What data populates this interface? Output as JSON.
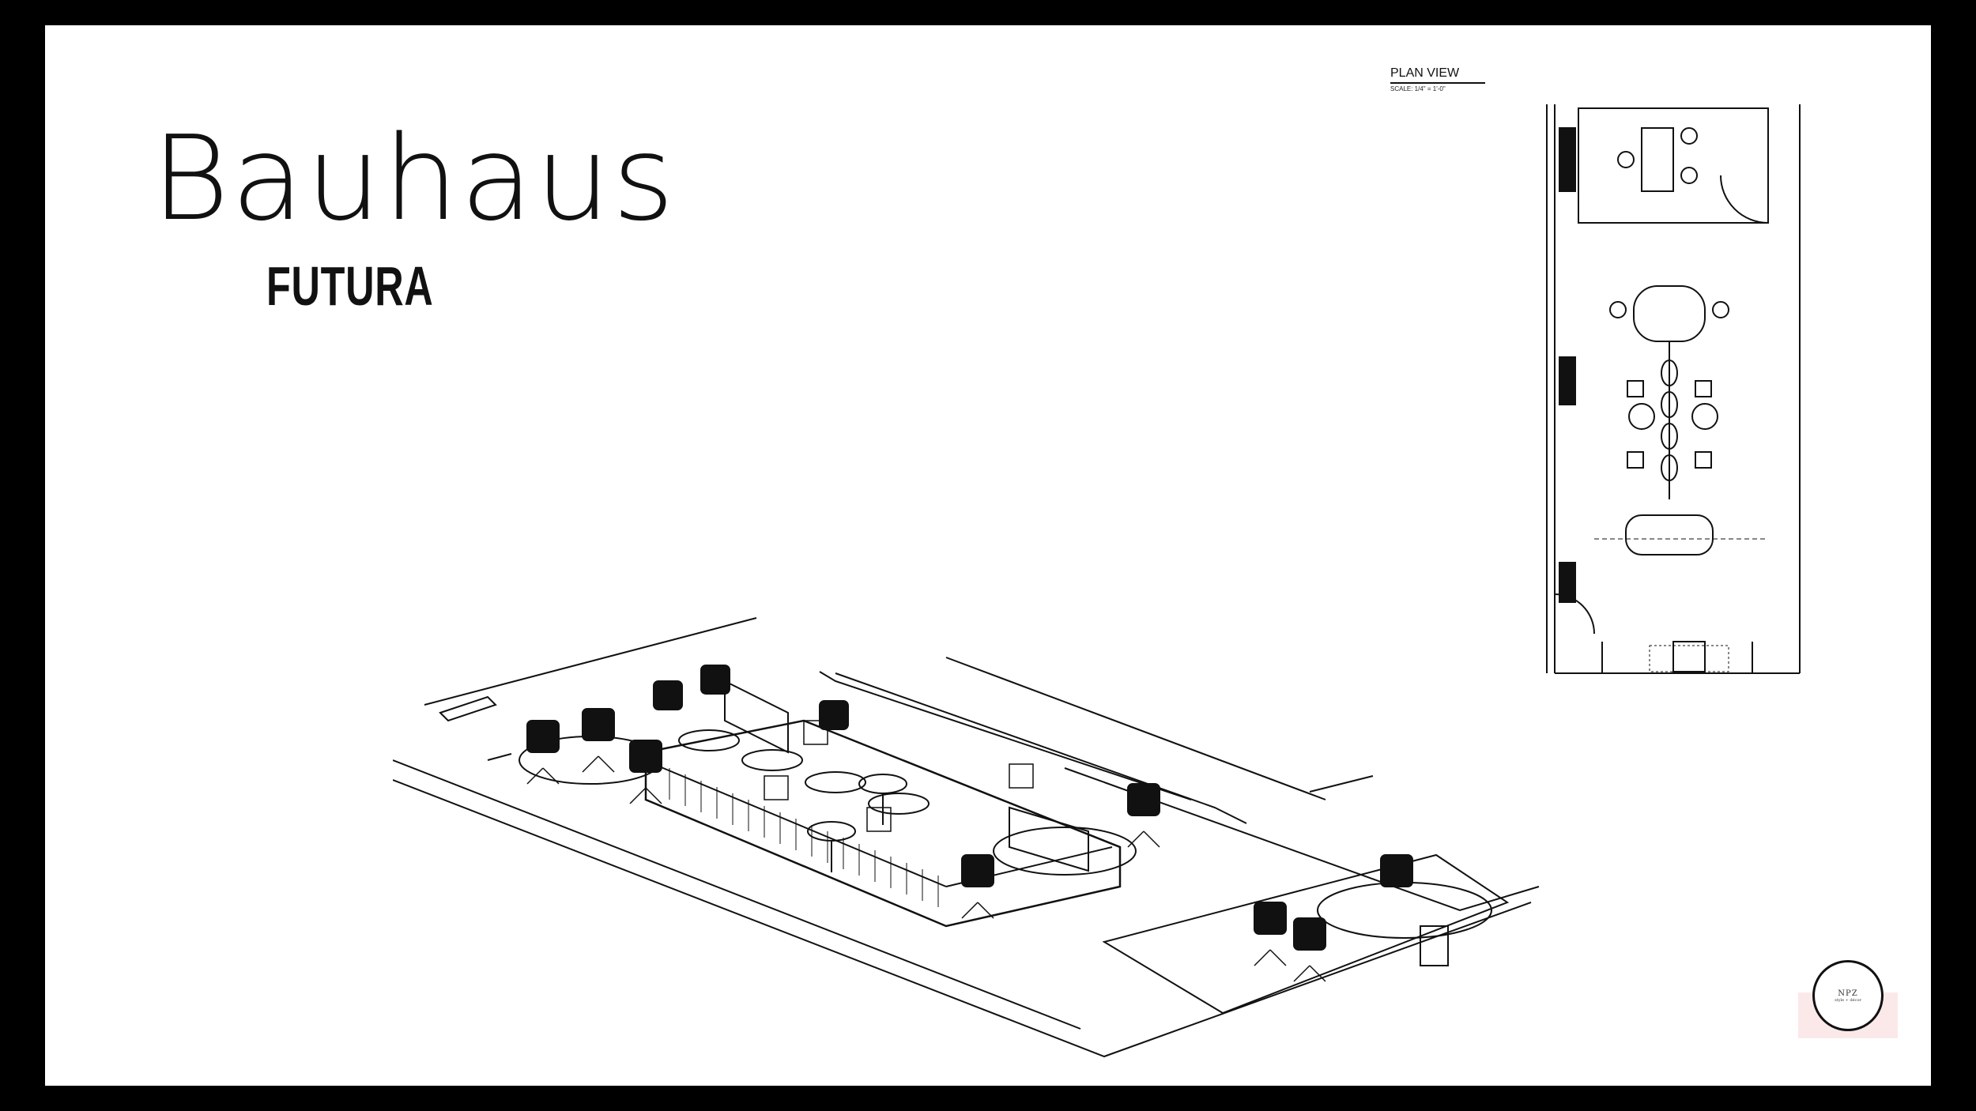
{
  "slide": {
    "title": "Bauhaus",
    "subtitle": "FUTURA"
  },
  "plan": {
    "label": "PLAN VIEW",
    "scale": "SCALE: 1/4\" = 1'-0\""
  },
  "logo": {
    "mark": "NPZ",
    "tagline": "style + décor"
  },
  "colors": {
    "frame": "#000000",
    "background": "#ffffff",
    "line": "#111111",
    "logo_backdrop": "#fbe9ea"
  }
}
